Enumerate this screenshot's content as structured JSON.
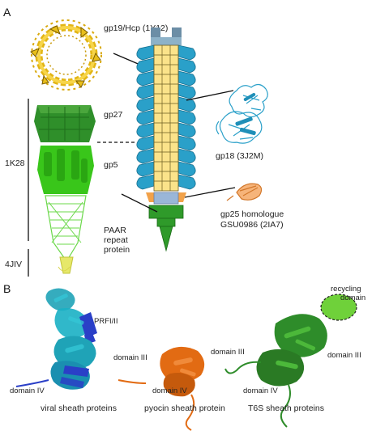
{
  "panel_a": {
    "letter": "A",
    "labels": {
      "hcp": "gp19/Hcp (1Y12)",
      "gp27": "gp27",
      "gp5": "gp5",
      "pdb_1k28": "1K28",
      "paar_1": "PAAR",
      "paar_2": "repeat",
      "paar_3": "protein",
      "pdb_4jiv": "4JIV",
      "gp18": "gp18 (3J2M)",
      "gp25_1": "gp25 homologue",
      "gp25_2": "GSU0986 (2IA7)"
    }
  },
  "panel_b": {
    "letter": "B",
    "labels": {
      "prfi": "PRFI/II",
      "viral_d3": "domain III",
      "viral_d4": "domain IV",
      "viral_title": "viral sheath proteins",
      "pyocin_d3": "domain III",
      "pyocin_d4": "domain IV",
      "pyocin_title": "pyocin sheath protein",
      "t6s_d3": "domain III",
      "t6s_d4": "domain IV",
      "t6s_title": "T6S sheath proteins",
      "recycling_1": "recycling",
      "recycling_2": "domain"
    }
  },
  "colors": {
    "yellow": "#f2c21b",
    "tube_fill": "#fbe38a",
    "sheath_blue": "#2aa0c9",
    "dark_green": "#2f8f2a",
    "bright_green": "#39c61a",
    "orange_ring": "#f2a24a",
    "baseplate_blue": "#9ab6d8",
    "viral_cyan": "#1fa3b7",
    "viral_blue": "#2a3fc7",
    "pyocin_orange": "#e26b13",
    "t6s_green": "#2e8c2a",
    "recycling_green": "#6fd13a"
  }
}
